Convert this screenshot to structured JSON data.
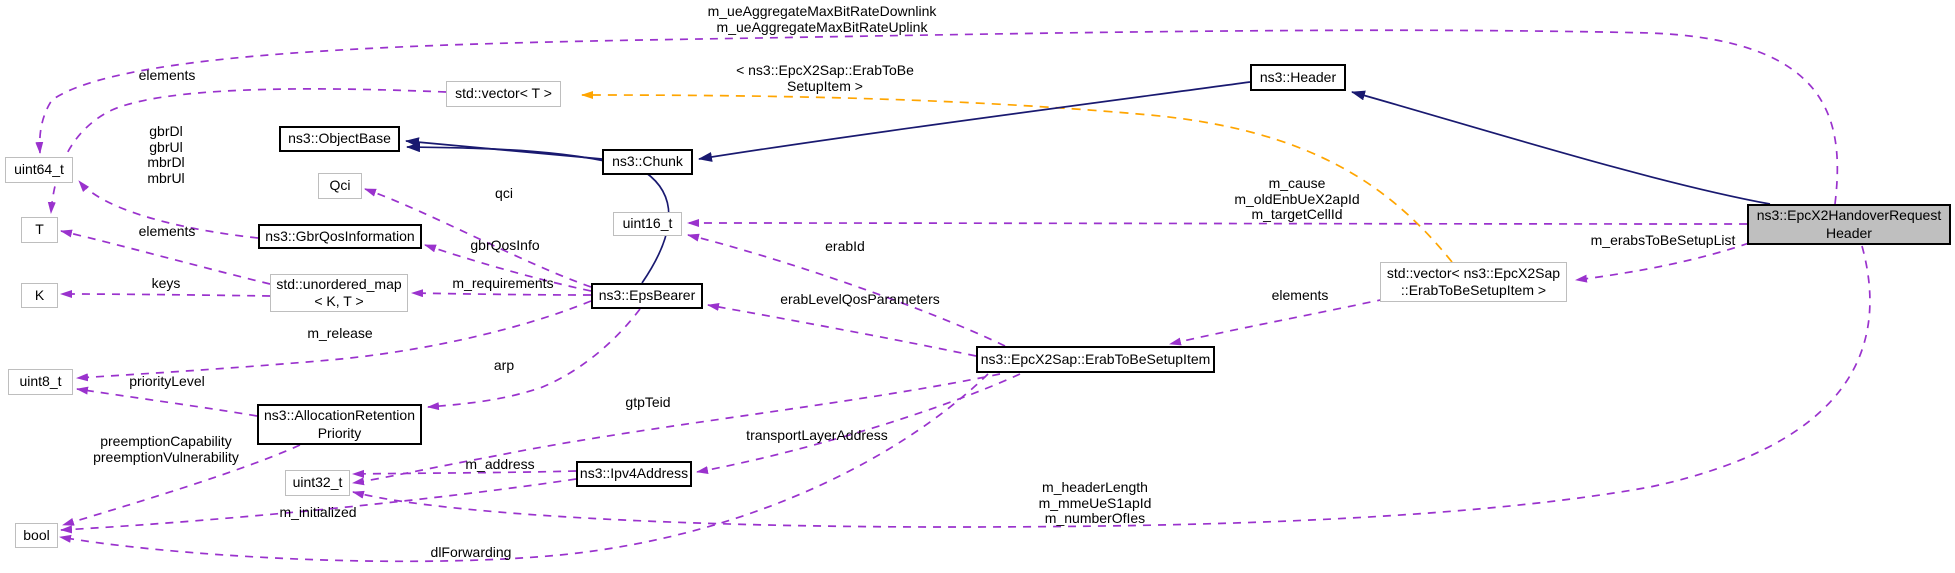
{
  "diagram": {
    "type": "doxygen-collaboration-graph",
    "colors": {
      "member_edge": "#9a32cd",
      "inheritance_edge": "#191970",
      "template_edge": "#ffa500",
      "highlight_node_fill": "#bfbfbf",
      "strong_node_border": "#000000",
      "light_node_border": "#bebebe",
      "background": "#ffffff"
    },
    "nodes": {
      "uint64": "uint64_t",
      "t": "T",
      "k": "K",
      "uint8": "uint8_t",
      "bool": "bool",
      "vector_t": "std::vector< T >",
      "objectbase": "ns3::ObjectBase",
      "qci": "Qci",
      "gbrqos": "ns3::GbrQosInformation",
      "umap": "std::unordered_map\n< K, T >",
      "epsbearer": "ns3::EpsBearer",
      "arp": "ns3::AllocationRetention\nPriority",
      "uint32": "uint32_t",
      "ipv4": "ns3::Ipv4Address",
      "chunk": "ns3::Chunk",
      "uint16": "uint16_t",
      "header": "ns3::Header",
      "vec_erab": "std::vector< ns3::EpcX2Sap\n::ErabToBeSetupItem >",
      "erab_item": "ns3::EpcX2Sap::ErabToBeSetupItem",
      "hrh": "ns3::EpcX2HandoverRequest\nHeader"
    },
    "edge_labels": {
      "ue_aggregate": "m_ueAggregateMaxBitRateDownlink\nm_ueAggregateMaxBitRateUplink",
      "elements_vector_t": "elements",
      "gbr_rates": "gbrDl\ngbrUl\nmbrDl\nmbrUl",
      "elements_map": "elements",
      "keys": "keys",
      "qci": "qci",
      "gbr_qos_info": "gbrQosInfo",
      "m_requirements": "m_requirements",
      "m_release": "m_release",
      "arp": "arp",
      "priority_level": "priorityLevel",
      "preemption": "preemptionCapability\npreemptionVulnerability",
      "m_address": "m_address",
      "m_initialized": "m_initialized",
      "dl_forwarding": "dlForwarding",
      "gtp_teid": "gtpTeid",
      "transport_layer_address": "transportLayerAddress",
      "erab_id": "erabId",
      "erab_level_qos": "erabLevelQosParameters",
      "template_args": "< ns3::EpcX2Sap::ErabToBe\nSetupItem >",
      "m_cause_group": "m_cause\nm_oldEnbUeX2apId\nm_targetCellId",
      "elements_vec_erab": "elements",
      "m_erabs_list": "m_erabsToBeSetupList",
      "m_header_group": "m_headerLength\nm_mmeUeS1apId\nm_numberOfIes"
    }
  }
}
